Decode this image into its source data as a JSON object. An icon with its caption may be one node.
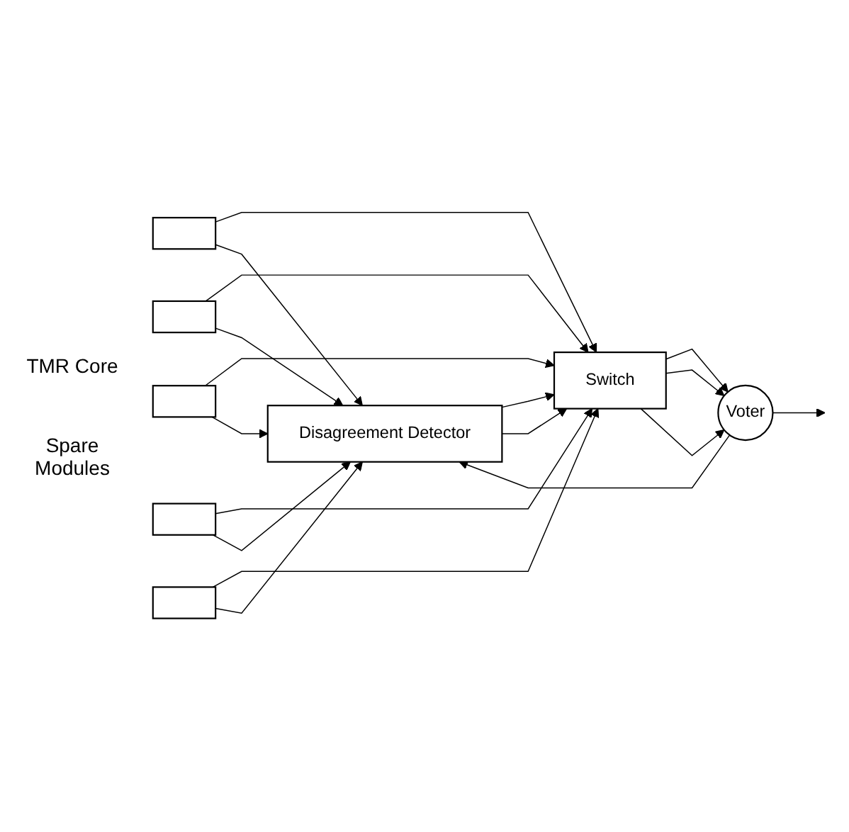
{
  "diagram": {
    "nodes": [
      {
        "text": [
          "Disagreement Detector"
        ]
      },
      {
        "text": [],
        "shape": "box"
      },
      {
        "text": [],
        "shape": "box"
      },
      {
        "text": [],
        "shape": "box"
      },
      {
        "text": [
          "Switch"
        ]
      },
      {
        "text": [
          "Voter"
        ]
      },
      {
        "text": [],
        "shape": "box"
      },
      {
        "text": [],
        "shape": "box"
      }
    ],
    "edges": [
      {
        "from": 1,
        "to": 4,
        "arrow": "to"
      },
      {
        "from": 1,
        "to": 0,
        "arrow": "to"
      },
      {
        "from": 2,
        "to": 4,
        "arrow": "to"
      },
      {
        "from": 2,
        "to": 0,
        "arrow": "to"
      },
      {
        "from": 3,
        "to": 4,
        "arrow": "to"
      },
      {
        "from": 3,
        "to": 0,
        "arrow": "to"
      },
      {
        "from": 6,
        "to": 4,
        "arrow": "to"
      },
      {
        "from": 6,
        "to": 0,
        "arrow": "to"
      },
      {
        "from": 7,
        "to": 4,
        "arrow": "to"
      },
      {
        "from": 7,
        "to": 0,
        "arrow": "to"
      },
      {
        "from": 0,
        "to": 4,
        "arrow": "to"
      },
      {
        "from": 0,
        "to": 4,
        "arrow": "to"
      },
      {
        "from": 4,
        "to": 5,
        "arrow": "to"
      },
      {
        "from": 4,
        "to": 5,
        "arrow": "to"
      },
      {
        "from": 4,
        "to": 5,
        "arrow": "to"
      },
      {
        "from": 5,
        "to": null,
        "arrow": "to"
      },
      {
        "from": 5,
        "to": 0,
        "arrow": "to"
      }
    ],
    "labels": [
      "TMR Core",
      "Spare Modules"
    ]
  }
}
